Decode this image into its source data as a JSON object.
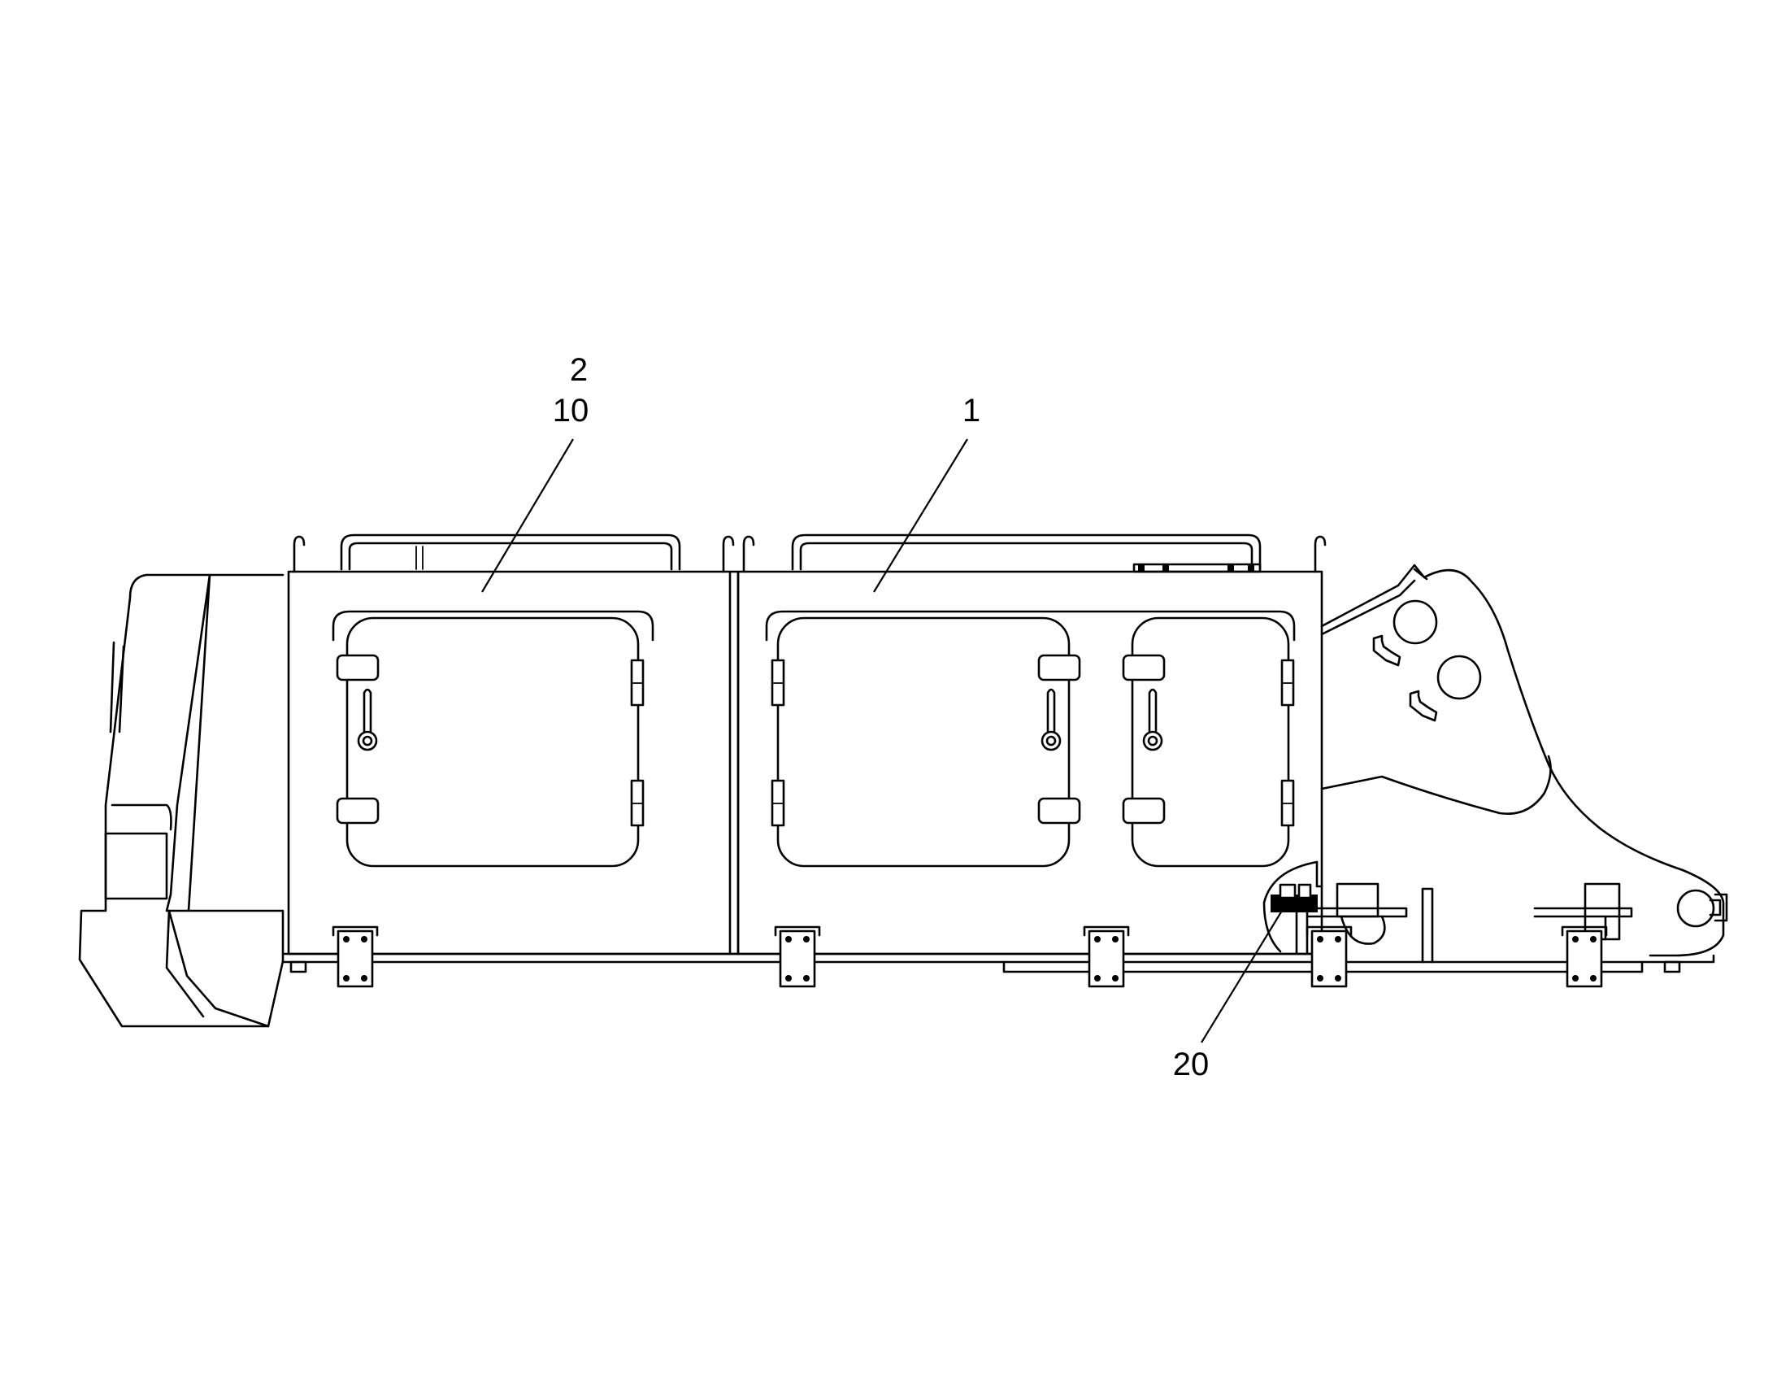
{
  "callouts": [
    {
      "id": "c2",
      "label": "2"
    },
    {
      "id": "c10",
      "label": "10"
    },
    {
      "id": "c1",
      "label": "1"
    },
    {
      "id": "c20",
      "label": "20"
    }
  ]
}
